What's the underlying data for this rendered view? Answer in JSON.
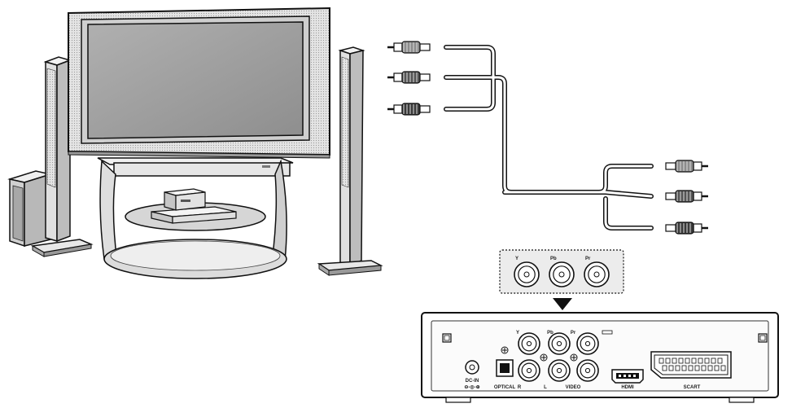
{
  "zoom_jack_labels": [
    "Y",
    "Pb",
    "Pr"
  ],
  "panel": {
    "component_labels": [
      "Y",
      "Pb",
      "Pr"
    ],
    "audio_labels": [
      "R",
      "L"
    ],
    "video_label": "VIDEO",
    "dcin_label": "DC-IN",
    "dcin_polarity": "⊖-◎-⊕",
    "optical_label": "OPTICAL",
    "hdmi_label": "HDMI",
    "scart_label": "SCART"
  },
  "colors": {
    "stroke": "#111111",
    "screen": "#9a9a9a",
    "bezel": "#d9d9d9",
    "speaker": "#c8c8c8",
    "plug_red": "#8c8c8c",
    "plug_green": "#555555",
    "plug_blue": "#3a3a3a"
  }
}
